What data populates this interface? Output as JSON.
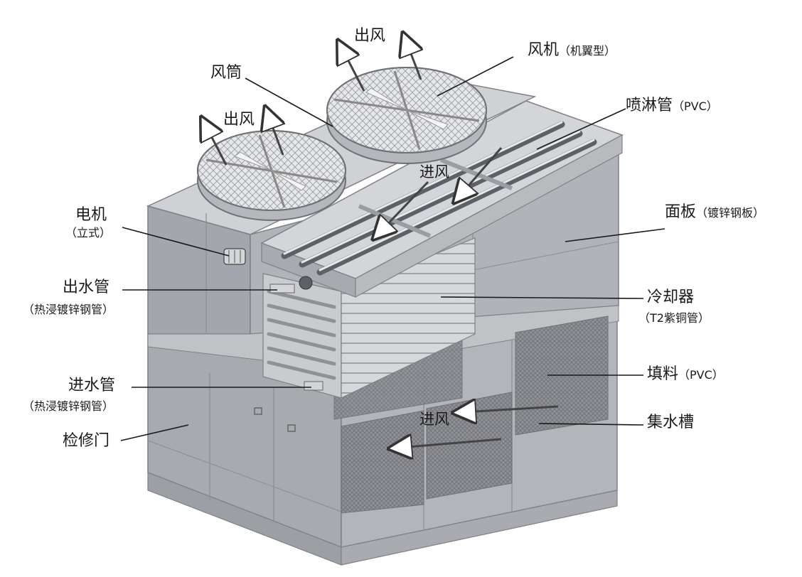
{
  "title": "",
  "labels": {
    "outlet_air_1": "出风",
    "outlet_air_2": "出风",
    "fan": "风机",
    "fan_note": "（机翼型）",
    "fan_duct": "风筒",
    "spray_pipe": "喷淋管",
    "spray_pipe_note": "（PVC）",
    "inlet_air_top": "进风",
    "motor": "电机",
    "motor_note": "（立式）",
    "panel": "面板",
    "panel_note": "（镀锌钢板）",
    "outlet_pipe": "出水管",
    "outlet_pipe_note": "（热浸镀锌钢管）",
    "cooler": "冷却器",
    "cooler_note": "（T2紫铜管）",
    "fill": "填料",
    "fill_note": "（PVC）",
    "inlet_pipe": "进水管",
    "inlet_pipe_note": "（热浸镀锌钢管）",
    "inlet_air_bottom": "进风",
    "access_door": "检修门",
    "water_basin": "集水槽"
  },
  "colors": {
    "casing": "#a9acb2",
    "casing_dark": "#8e9197",
    "casing_light": "#c4c6ca",
    "leader_line": "#1a1a1a",
    "label_text": "#1a1a1a"
  }
}
